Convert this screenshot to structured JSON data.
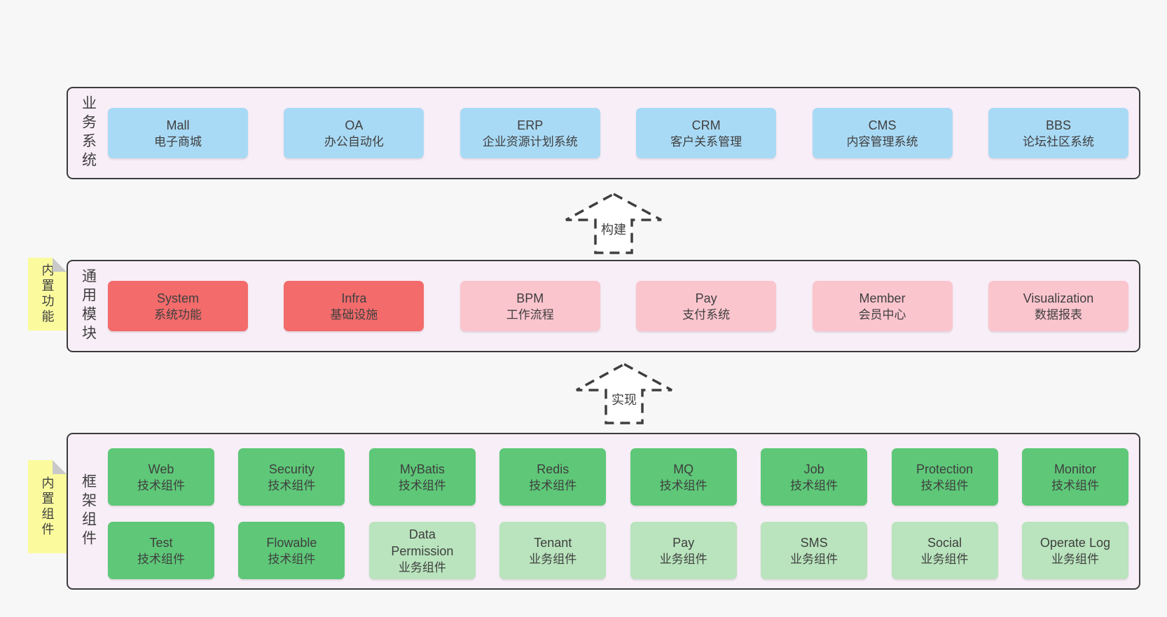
{
  "colors": {
    "page_bg": "#f7f7f7",
    "panel_bg": "#f8eef7",
    "panel_border": "#3c3c3c",
    "blue": "#a9daf5",
    "red": "#f36b6b",
    "pink": "#fbc5ce",
    "green": "#5ec878",
    "light_green": "#b9e4bd",
    "note_yellow": "#fbfb9e",
    "fold_gray": "#c9c9c9",
    "text": "#3f3f3f"
  },
  "sections": {
    "business": {
      "label": "业务系统",
      "boxes": [
        {
          "name": "Mall",
          "desc": "电子商城"
        },
        {
          "name": "OA",
          "desc": "办公自动化"
        },
        {
          "name": "ERP",
          "desc": "企业资源计划系统"
        },
        {
          "name": "CRM",
          "desc": "客户关系管理"
        },
        {
          "name": "CMS",
          "desc": "内容管理系统"
        },
        {
          "name": "BBS",
          "desc": "论坛社区系统"
        }
      ]
    },
    "modules": {
      "label": "通用模块",
      "note": "内置功能",
      "boxes": [
        {
          "name": "System",
          "desc": "系统功能",
          "variant": "red"
        },
        {
          "name": "Infra",
          "desc": "基础设施",
          "variant": "red"
        },
        {
          "name": "BPM",
          "desc": "工作流程",
          "variant": "pink"
        },
        {
          "name": "Pay",
          "desc": "支付系统",
          "variant": "pink"
        },
        {
          "name": "Member",
          "desc": "会员中心",
          "variant": "pink"
        },
        {
          "name": "Visualization",
          "desc": "数据报表",
          "variant": "pink"
        }
      ]
    },
    "framework": {
      "label": "框架组件",
      "note": "内置组件",
      "rows": [
        [
          {
            "name": "Web",
            "desc": "技术组件",
            "variant": "green"
          },
          {
            "name": "Security",
            "desc": "技术组件",
            "variant": "green"
          },
          {
            "name": "MyBatis",
            "desc": "技术组件",
            "variant": "green"
          },
          {
            "name": "Redis",
            "desc": "技术组件",
            "variant": "green"
          },
          {
            "name": "MQ",
            "desc": "技术组件",
            "variant": "green"
          },
          {
            "name": "Job",
            "desc": "技术组件",
            "variant": "green"
          },
          {
            "name": "Protection",
            "desc": "技术组件",
            "variant": "green"
          },
          {
            "name": "Monitor",
            "desc": "技术组件",
            "variant": "green"
          }
        ],
        [
          {
            "name": "Test",
            "desc": "技术组件",
            "variant": "green"
          },
          {
            "name": "Flowable",
            "desc": "技术组件",
            "variant": "green"
          },
          {
            "name": "Data Permission",
            "desc": "业务组件",
            "variant": "lightgreen"
          },
          {
            "name": "Tenant",
            "desc": "业务组件",
            "variant": "lightgreen"
          },
          {
            "name": "Pay",
            "desc": "业务组件",
            "variant": "lightgreen"
          },
          {
            "name": "SMS",
            "desc": "业务组件",
            "variant": "lightgreen"
          },
          {
            "name": "Social",
            "desc": "业务组件",
            "variant": "lightgreen"
          },
          {
            "name": "Operate Log",
            "desc": "业务组件",
            "variant": "lightgreen"
          }
        ]
      ]
    }
  },
  "arrows": [
    {
      "label": "构建"
    },
    {
      "label": "实现"
    }
  ]
}
